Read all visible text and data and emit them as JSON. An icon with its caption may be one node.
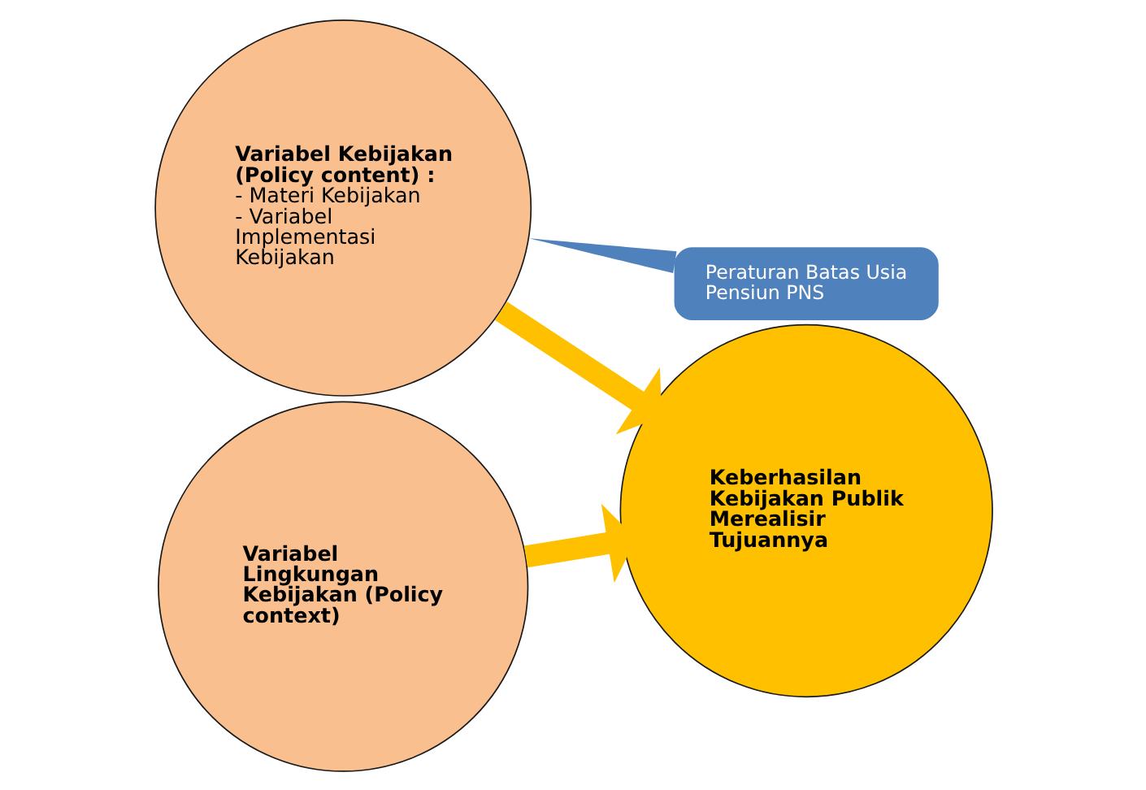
{
  "diagram": {
    "nodes": [
      {
        "text": [
          "Variabel Kebijakan (Policy content) :",
          "- Materi Kebijakan",
          "- Variabel Implementasi Kebijakan"
        ]
      },
      {
        "text": [
          "Variabel Lingkungan Kebijakan (Policy context)"
        ]
      },
      {
        "text": [
          "Keberhasilan Kebijakan Publik Merealisir Tujuannya"
        ]
      },
      {
        "text": [
          "Peraturan Batas Usia Pensiun PNS"
        ]
      }
    ],
    "edges": [
      {
        "from": 3,
        "to": 0,
        "arrow": "none",
        "color": "#4f81bd"
      },
      {
        "from": 0,
        "to": 2,
        "arrow": "to"
      },
      {
        "from": 1,
        "to": 2,
        "arrow": "to"
      }
    ]
  }
}
